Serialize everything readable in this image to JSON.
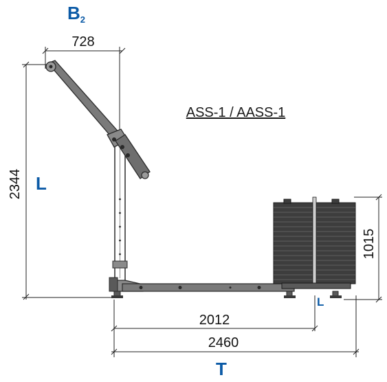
{
  "title": "ASS-1 / AASS-1",
  "labels": {
    "b2_letter": "B",
    "b2_sub": "2",
    "l_main": "L",
    "l_corner": "L",
    "t_letter": "T"
  },
  "dimensions": {
    "top_width": "728",
    "total_height": "2344",
    "weight_height": "1015",
    "inner_length": "2012",
    "total_length": "2460"
  },
  "colors": {
    "accent_blue": "#0b5aa6",
    "frame": "#6e6e6e",
    "frame_dark": "#2a2a2a",
    "weights": "#3a3a3a",
    "dimension_lines": "#222222"
  }
}
